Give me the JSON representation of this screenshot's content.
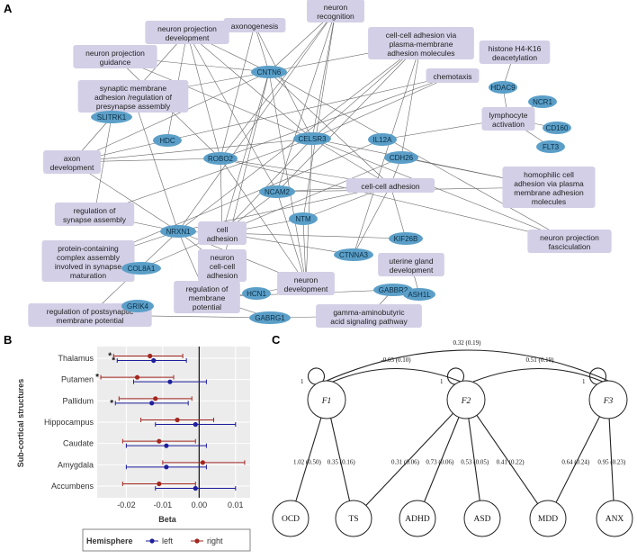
{
  "panels": {
    "a": "A",
    "b": "B",
    "c": "C"
  },
  "network": {
    "terms": [
      {
        "id": "t1",
        "lines": [
          "neuron",
          "recognition"
        ]
      },
      {
        "id": "t2",
        "lines": [
          "neuron projection",
          "development"
        ]
      },
      {
        "id": "t3",
        "lines": [
          "axonogenesis"
        ]
      },
      {
        "id": "t4",
        "lines": [
          "neuron projection",
          "guidance"
        ]
      },
      {
        "id": "t5",
        "lines": [
          "cell-cell adhesion via",
          "plasma-membrane",
          "adhesion molecules"
        ]
      },
      {
        "id": "t6",
        "lines": [
          "histone H4-K16",
          "deacetylation"
        ]
      },
      {
        "id": "t7",
        "lines": [
          "synaptic membrane",
          "adhesion /regulation of",
          "presynapse assembly"
        ]
      },
      {
        "id": "t8",
        "lines": [
          "chemotaxis"
        ]
      },
      {
        "id": "t9",
        "lines": [
          "lymphocyte",
          "activation"
        ]
      },
      {
        "id": "t10",
        "lines": [
          "axon",
          "development"
        ]
      },
      {
        "id": "t11",
        "lines": [
          "homophilic cell",
          "adhesion via plasma",
          "membrane adhesion",
          "molecules"
        ]
      },
      {
        "id": "t12",
        "lines": [
          "cell-cell adhesion"
        ]
      },
      {
        "id": "t13",
        "lines": [
          "regulation of",
          "synapse assembly"
        ]
      },
      {
        "id": "t14",
        "lines": [
          "cell",
          "adhesion"
        ]
      },
      {
        "id": "t15",
        "lines": [
          "protein-containing",
          "complex assembly",
          "involved in synapse",
          "maturation"
        ]
      },
      {
        "id": "t16",
        "lines": [
          "neuron projection",
          "fasciculation"
        ]
      },
      {
        "id": "t17",
        "lines": [
          "uterine gland",
          "development"
        ]
      },
      {
        "id": "t18",
        "lines": [
          "neuron",
          "cell-cell",
          "adhesion"
        ]
      },
      {
        "id": "t19",
        "lines": [
          "regulation of",
          "membrane",
          "potential"
        ]
      },
      {
        "id": "t20",
        "lines": [
          "neuron",
          "development"
        ]
      },
      {
        "id": "t21",
        "lines": [
          "regulation of postsynaptic",
          "membrane potential"
        ]
      },
      {
        "id": "t22",
        "lines": [
          "gamma-aminobutyric",
          "acid signaling pathway"
        ]
      }
    ],
    "genes": [
      {
        "id": "g1",
        "label": "CNTN6"
      },
      {
        "id": "g2",
        "label": "HDAC9"
      },
      {
        "id": "g3",
        "label": "NCR1"
      },
      {
        "id": "g4",
        "label": "SLITRK1"
      },
      {
        "id": "g5",
        "label": "CD160"
      },
      {
        "id": "g6",
        "label": "HDC"
      },
      {
        "id": "g7",
        "label": "CELSR3"
      },
      {
        "id": "g8",
        "label": "IL12A"
      },
      {
        "id": "g9",
        "label": "FLT3"
      },
      {
        "id": "g10",
        "label": "ROBO2"
      },
      {
        "id": "g11",
        "label": "CDH26"
      },
      {
        "id": "g12",
        "label": "NCAM2"
      },
      {
        "id": "g13",
        "label": "NRXN1"
      },
      {
        "id": "g14",
        "label": "NTM"
      },
      {
        "id": "g15",
        "label": "KIF26B"
      },
      {
        "id": "g16",
        "label": "CTNNA3"
      },
      {
        "id": "g17",
        "label": "COL8A1"
      },
      {
        "id": "g18",
        "label": "GABBR2"
      },
      {
        "id": "g19",
        "label": "ASH1L"
      },
      {
        "id": "g20",
        "label": "GRIK4"
      },
      {
        "id": "g21",
        "label": "HCN1"
      },
      {
        "id": "g22",
        "label": "GABRG1"
      }
    ]
  },
  "chart_data": {
    "type": "scatter",
    "subtype": "forest-plot",
    "ylabel": "Sub-cortical structures",
    "xlabel": "Beta",
    "xlim": [
      -0.028,
      0.014
    ],
    "xticks": [
      "-0.02",
      "-0.01",
      "0.00",
      "0.01"
    ],
    "xtick_values": [
      -0.02,
      -0.01,
      0.0,
      0.01
    ],
    "grid": true,
    "legend_title": "Hemisphere",
    "legend_position": "bottom",
    "categories": [
      "Thalamus",
      "Putamen",
      "Pallidum",
      "Hippocampus",
      "Caudate",
      "Amygdala",
      "Accumbens"
    ],
    "series": [
      {
        "name": "left",
        "color": "#1f1f9e",
        "values": [
          -0.0125,
          -0.008,
          -0.013,
          -0.001,
          -0.009,
          -0.009,
          -0.001
        ],
        "lower": [
          -0.0225,
          -0.018,
          -0.023,
          -0.012,
          -0.02,
          -0.02,
          -0.012
        ],
        "upper": [
          -0.0035,
          0.002,
          -0.003,
          0.01,
          0.002,
          0.002,
          0.01
        ],
        "star": [
          true,
          false,
          true,
          false,
          false,
          false,
          false
        ]
      },
      {
        "name": "right",
        "color": "#a3271f",
        "values": [
          -0.0135,
          -0.017,
          -0.012,
          -0.006,
          -0.011,
          0.001,
          -0.011
        ],
        "lower": [
          -0.0235,
          -0.027,
          -0.022,
          -0.016,
          -0.021,
          -0.01,
          -0.021
        ],
        "upper": [
          -0.0045,
          -0.007,
          -0.002,
          0.004,
          -0.001,
          0.0125,
          -0.001
        ],
        "star": [
          true,
          true,
          false,
          false,
          false,
          false,
          false
        ]
      }
    ],
    "star_symbol": "*"
  },
  "sem": {
    "factors": [
      "F1",
      "F2",
      "F3"
    ],
    "observed": [
      "OCD",
      "TS",
      "ADHD",
      "ASD",
      "MDD",
      "ANX"
    ],
    "self_loop_label": "1",
    "covariances": [
      {
        "from": "F1",
        "to": "F3",
        "label": "0.32 (0.19)"
      },
      {
        "from": "F1",
        "to": "F2",
        "label": "-0.05 (0.10)"
      },
      {
        "from": "F2",
        "to": "F3",
        "label": "0.51 (0.19)"
      }
    ],
    "loadings": [
      {
        "from": "F1",
        "to": "OCD",
        "label": "1.02 (0.50)"
      },
      {
        "from": "F1",
        "to": "TS",
        "label": "0.35 (0.16)"
      },
      {
        "from": "F2",
        "to": "TS",
        "label": "0.31 (0.06)"
      },
      {
        "from": "F2",
        "to": "ADHD",
        "label": "0.73 (0.06)"
      },
      {
        "from": "F2",
        "to": "ASD",
        "label": "0.53 (0.05)"
      },
      {
        "from": "F2",
        "to": "MDD",
        "label": "0.41 (0.22)"
      },
      {
        "from": "F3",
        "to": "MDD",
        "label": "0.64 (0.24)"
      },
      {
        "from": "F3",
        "to": "ANX",
        "label": "0.95 (0.23)"
      }
    ]
  },
  "colors": {
    "term_fill": "#d3cfe6",
    "gene_fill": "#5b9fc8",
    "left": "#1f1f9e",
    "right": "#a3271f"
  }
}
